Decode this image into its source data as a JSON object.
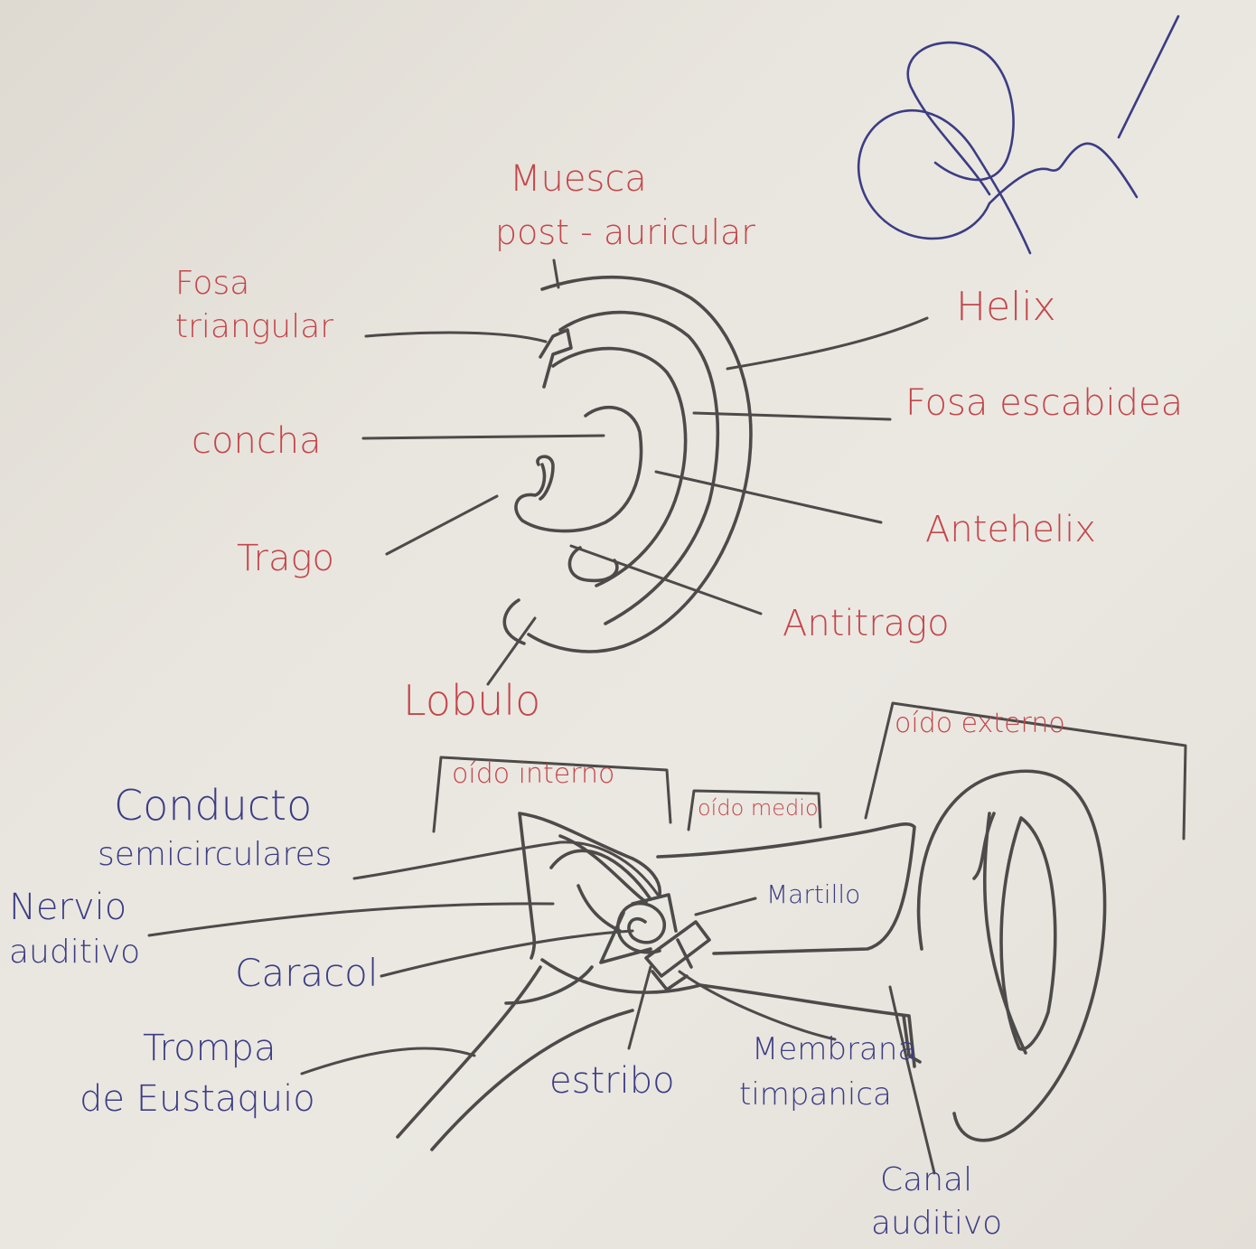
{
  "colors": {
    "paper": "#e7e3dc",
    "pencil": "#4d4a4a",
    "red_ink": "#c4464b",
    "blue_ink": "#3c3c84"
  },
  "outer_ear_labels": {
    "muesca": "Muesca",
    "post_auricular": "post - auricular",
    "fosa_triangular_1": "Fosa",
    "fosa_triangular_2": "triangular",
    "concha": "concha",
    "trago": "Trago",
    "lobulo": "Lobulo",
    "helix": "Helix",
    "fosa_escafoidea": "Fosa escabidea",
    "antehelix": "Antehelix",
    "antitrago": "Antitrago"
  },
  "section_labels": {
    "oido_interno": "oído interno",
    "oido_medio": "oído medio",
    "oido_externo": "oído externo"
  },
  "middle_ear_labels": {
    "martillo": "Martillo",
    "estribo": "estribo",
    "membrana_1": "Membrana",
    "membrana_2": "timpanica",
    "canal_1": "Canal",
    "canal_2": "auditivo"
  },
  "inner_ear_labels": {
    "conducto_1": "Conducto",
    "conducto_2": "semicirculares",
    "nervio_1": "Nervio",
    "nervio_2": "auditivo",
    "caracol": "Caracol",
    "trompa_1": "Trompa",
    "trompa_2": "de Eustaquio"
  }
}
